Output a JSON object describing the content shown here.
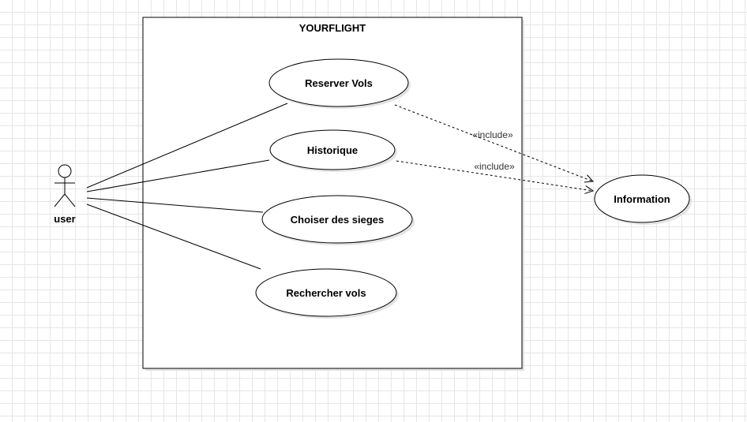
{
  "system": {
    "title": "YOURFLIGHT"
  },
  "actor": {
    "label": "user"
  },
  "use_cases": {
    "reserver_vols": "Reserver Vols",
    "historique": "Historique",
    "choisir_sieges": "Choiser des sieges",
    "rechercher_vols": "Rechercher vols",
    "information": "Information"
  },
  "relations": {
    "include_1": "«include»",
    "include_2": "«include»"
  },
  "colors": {
    "line": "#000000",
    "shadow": "#e3e3e3",
    "grid": "#e6e6e6",
    "fill": "#ffffff"
  }
}
